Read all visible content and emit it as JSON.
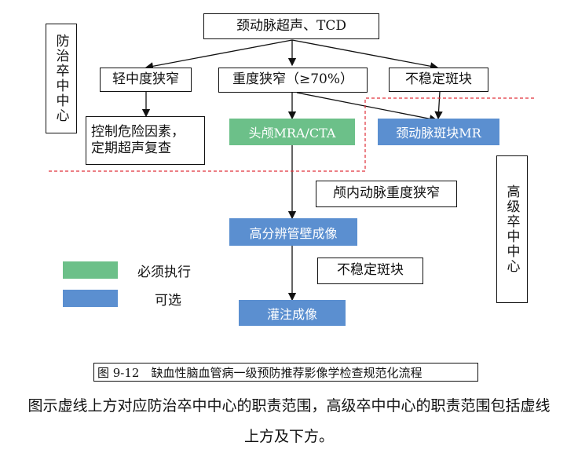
{
  "nodes": {
    "root": "颈动脉超声、TCD",
    "mild": "轻中度狭窄",
    "severe": "重度狭窄（≥70%）",
    "unstable_plaque_top": "不稳定斑块",
    "control": "控制危险因素，\n定期超声复查",
    "head_mra": "头颅MRA/CTA",
    "carotid_mr": "颈动脉斑块MR",
    "intracranial": "颅内动脉重度狭窄",
    "hr_wall": "高分辨管壁成像",
    "unstable_plaque_bottom": "不稳定斑块",
    "perfusion": "灌注成像"
  },
  "side_labels": {
    "left": "防治卒中中心",
    "right": "高级卒中中心"
  },
  "legend": {
    "required": {
      "label": "必须执行",
      "color": "#6cc089"
    },
    "optional": {
      "label": "可选",
      "color": "#5b8fd0"
    }
  },
  "colors": {
    "dashed_line": "#e0303a",
    "green": "#6cc089",
    "blue": "#5b8fd0"
  },
  "caption": "图 9-12　缺血性脑血管病一级预防推荐影像学检查规范化流程",
  "note_line1": "图示虚线上方对应防治卒中中心的职责范围，高级卒中中心的职责范围包括虚线",
  "note_line2": "上方及下方。"
}
